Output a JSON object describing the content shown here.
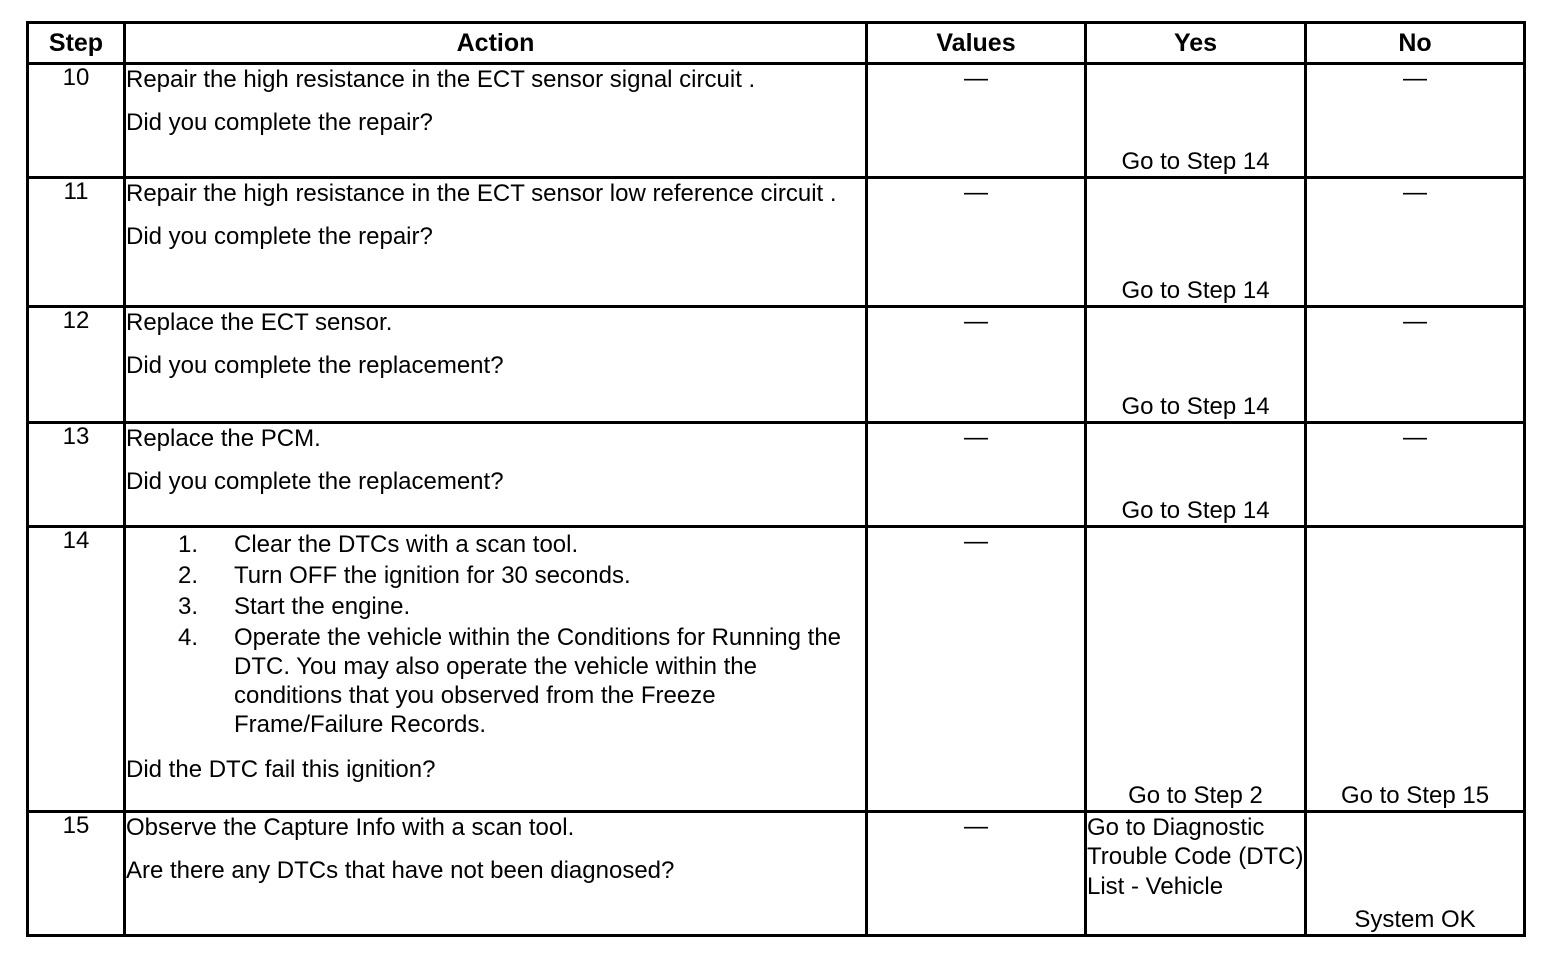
{
  "table": {
    "columns": [
      {
        "key": "step",
        "label": "Step"
      },
      {
        "key": "action",
        "label": "Action"
      },
      {
        "key": "values",
        "label": "Values"
      },
      {
        "key": "yes",
        "label": "Yes"
      },
      {
        "key": "no",
        "label": "No"
      }
    ],
    "dash": "—",
    "rows": [
      {
        "step": "10",
        "action_lead": "Repair the high resistance in the ECT sensor signal circuit .",
        "action_question": "Did you complete the repair?",
        "values": "—",
        "yes": "Go to Step 14",
        "no": "—"
      },
      {
        "step": "11",
        "action_lead": "Repair the high resistance in the ECT sensor low reference circuit .",
        "action_question": "Did you complete the repair?",
        "values": "—",
        "yes": "Go to Step 14",
        "no": "—"
      },
      {
        "step": "12",
        "action_lead": "Replace the ECT sensor.",
        "action_question": "Did you complete the replacement?",
        "values": "—",
        "yes": "Go to Step 14",
        "no": "—"
      },
      {
        "step": "13",
        "action_lead": "Replace the PCM.",
        "action_question": "Did you complete the replacement?",
        "values": "—",
        "yes": "Go to Step 14",
        "no": "—"
      },
      {
        "step": "14",
        "action_steps": [
          "Clear the DTCs with a scan tool.",
          "Turn OFF the ignition for 30 seconds.",
          "Start the engine.",
          "Operate the vehicle within the Conditions for Running the DTC. You may also operate the vehicle within the conditions that you observed from the Freeze Frame/Failure Records."
        ],
        "action_question": "Did the DTC fail this ignition?",
        "values": "—",
        "yes": "Go to Step 2",
        "no": "Go to Step 15"
      },
      {
        "step": "15",
        "action_lead": "Observe the Capture Info with a scan tool.",
        "action_question": "Are there any DTCs that have not been diagnosed?",
        "values": "—",
        "yes": "Go to Diagnostic Trouble Code (DTC) List - Vehicle",
        "no": "System OK"
      }
    ]
  }
}
